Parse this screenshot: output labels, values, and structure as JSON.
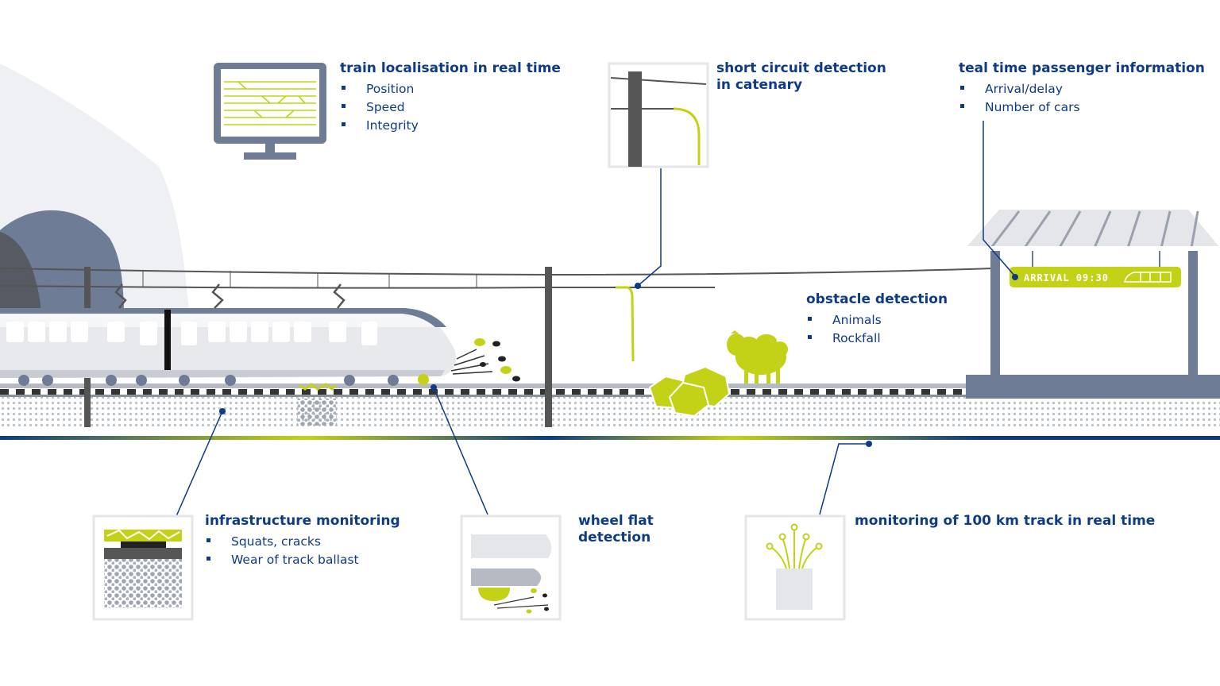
{
  "colors": {
    "navy": "#0d3b86",
    "lime": "#c3d216",
    "slate": "#6f7c96",
    "dark": "#555555",
    "light_gray": "#e4e6ea"
  },
  "icons": [
    "monitor-icon",
    "catenary-icon",
    "track-ballast-icon",
    "wheel-flat-icon",
    "fiber-optic-icon",
    "sheep-icon",
    "rock-icon"
  ],
  "callouts": {
    "localisation": {
      "title": "train localisation in real time",
      "items": [
        "Position",
        "Speed",
        "Integrity"
      ]
    },
    "short_circuit": {
      "title_line1": "short circuit detection",
      "title_line2": "in catenary"
    },
    "passenger_info": {
      "title": "teal time passenger information",
      "items": [
        "Arrival/delay",
        "Number of cars"
      ]
    },
    "obstacle": {
      "title": "obstacle detection",
      "items": [
        "Animals",
        "Rockfall"
      ]
    },
    "infrastructure": {
      "title": "infrastructure monitoring",
      "items": [
        "Squats, cracks",
        "Wear of track ballast"
      ]
    },
    "wheel_flat": {
      "title_line1": "wheel flat",
      "title_line2": "detection"
    },
    "track_monitoring": {
      "title": "monitoring of 100 km track in real time"
    }
  },
  "platform_display": {
    "text": "ARRIVAL 09:30"
  }
}
